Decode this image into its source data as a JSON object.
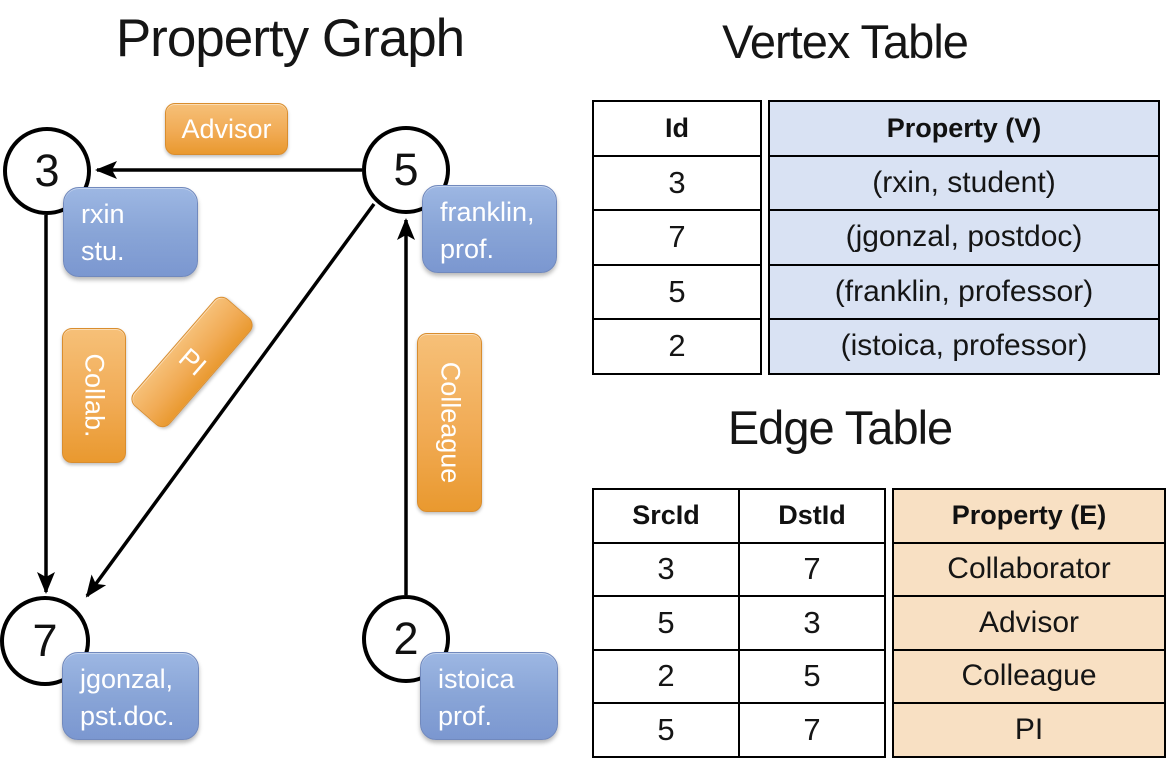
{
  "diagram": {
    "title": "Property Graph",
    "nodes": [
      {
        "id": "3",
        "property_lines": [
          "rxin",
          "stu."
        ]
      },
      {
        "id": "5",
        "property_lines": [
          "franklin,",
          "prof."
        ]
      },
      {
        "id": "7",
        "property_lines": [
          "jgonzal,",
          "pst.doc."
        ]
      },
      {
        "id": "2",
        "property_lines": [
          "istoica",
          "prof."
        ]
      }
    ],
    "edges": [
      {
        "label": "Advisor",
        "src": "5",
        "dst": "3"
      },
      {
        "label": "Collab.",
        "src": "3",
        "dst": "7"
      },
      {
        "label": "PI",
        "src": "5",
        "dst": "7"
      },
      {
        "label": "Colleague",
        "src": "2",
        "dst": "5"
      }
    ]
  },
  "vertex_table": {
    "title": "Vertex Table",
    "columns": [
      "Id",
      "Property (V)"
    ],
    "rows": [
      [
        "3",
        "(rxin, student)"
      ],
      [
        "7",
        "(jgonzal, postdoc)"
      ],
      [
        "5",
        "(franklin, professor)"
      ],
      [
        "2",
        "(istoica, professor)"
      ]
    ]
  },
  "edge_table": {
    "title": "Edge Table",
    "columns": [
      "SrcId",
      "DstId",
      "Property (E)"
    ],
    "rows": [
      [
        "3",
        "7",
        "Collaborator"
      ],
      [
        "5",
        "3",
        "Advisor"
      ],
      [
        "2",
        "5",
        "Colleague"
      ],
      [
        "5",
        "7",
        "PI"
      ]
    ]
  },
  "colors": {
    "edge_label_orange": "#F0A64D",
    "vertex_box_blue": "#87A4D8",
    "vertex_table_cell_blue": "#D9E2F3",
    "edge_table_cell_tan": "#F8E0C3",
    "table_border": "#000000",
    "text_on_boxes": "#FFFFFF"
  }
}
